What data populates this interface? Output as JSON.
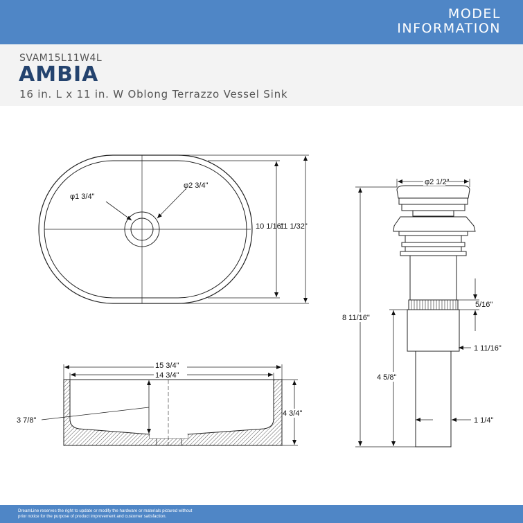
{
  "header": {
    "section_title_line1": "MODEL",
    "section_title_line2": "INFORMATION",
    "model_number": "SVAM15L11W4L",
    "brand": "AMBIA",
    "subtitle": "16 in. L x 11 in. W Oblong Terrazzo Vessel Sink"
  },
  "top_view": {
    "drain_inner_dia": "φ1 3/4\"",
    "drain_outer_dia": "φ2 3/4\"",
    "inner_width": "10 1/16\"",
    "outer_width": "11 1/32\""
  },
  "section_view": {
    "outer_length": "15 3/4\"",
    "inner_length": "14 3/4\"",
    "bowl_depth": "3 7/8\"",
    "overall_height": "4 3/4\""
  },
  "drain_view": {
    "cap_dia": "φ2 1/2\"",
    "overall_height": "8 11/16\"",
    "collar_height": "5/16\"",
    "collar_dia": "1 11/16\"",
    "tail_length": "4 5/8\"",
    "tail_dia": "1 1/4\""
  },
  "footer": {
    "note_line1": "DreamLine reserves the right to update or modify the hardware or materials pictured without",
    "note_line2": "prior notice for the purpose of product improvement and customer satisfaction."
  },
  "colors": {
    "band": "#4f86c6",
    "brand_text": "#24436e",
    "header_bg": "#f3f3f3"
  }
}
